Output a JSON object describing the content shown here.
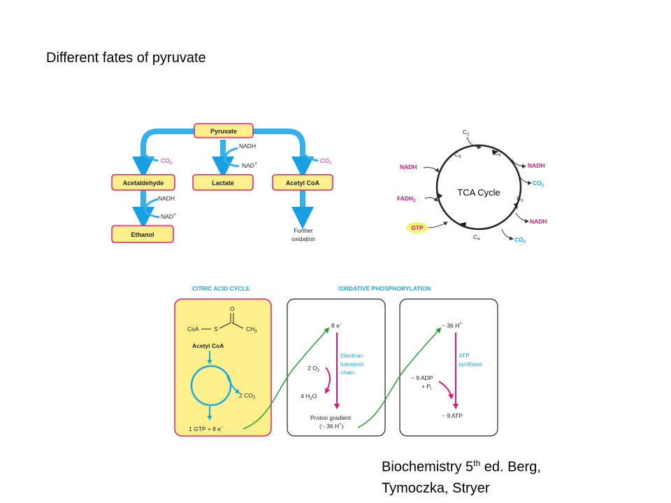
{
  "title": "Different fates of pyruvate",
  "caption": {
    "line1_pre": "Biochemistry 5",
    "line1_sup": "th",
    "line1_post": " ed. Berg,",
    "line2": "Tymoczka, Stryer"
  },
  "fates": {
    "pyruvate": "Pyruvate",
    "acetaldehyde": "Acetaldehyde",
    "lactate": "Lactate",
    "acetyl_coa": "Acetyl CoA",
    "ethanol": "Ethanol",
    "co2_left": "CO",
    "co2_right": "CO",
    "nadh_mid": "NADH",
    "nad_mid": "NAD",
    "nadh_left": "NADH",
    "nad_left": "NAD",
    "further": "Further",
    "oxidation": "oxidation"
  },
  "tca": {
    "label": "TCA Cycle",
    "c2": "C",
    "c2_sub": "2",
    "c6": "C",
    "c6_sub": "6",
    "c4_top": "C",
    "c4_top_sub": "4",
    "c5": "C",
    "c5_sub": "5",
    "c4_bot": "C",
    "c4_bot_sub": "4",
    "nadh_left": "NADH",
    "fadh2": "FADH",
    "gtp": "GTP",
    "nadh_r1": "NADH",
    "co2_r1": "CO",
    "nadh_r2": "NADH",
    "co2_r2": "CO",
    "colors": {
      "magenta": "#e0157a",
      "cyan": "#1ba7e0",
      "gtp_bg": "#f2f57a"
    }
  },
  "bottom": {
    "heading_left": "CITRIC ACID CYCLE",
    "heading_right": "OXIDATIVE PHOSPHORYLATION",
    "o_atom": "O",
    "coa": "CoA",
    "s_atom": "S",
    "ch3": "CH",
    "acetyl_coa": "Acetyl CoA",
    "two_co2": "2 CO",
    "gtp_line": "1 GTP + 8 e",
    "eight_e": "8 e",
    "two_o2": "2 O",
    "four_h2o": "4 H",
    "etc_1": "Electron-",
    "etc_2": "transport",
    "etc_3": "chain",
    "proton_1": "Proton gradient",
    "proton_2": "(~ 36 H",
    "h36": "~ 36 H",
    "atp_s1": "ATP",
    "atp_s2": "synthase",
    "adp": "~ 9 ADP",
    "pi": "+ P",
    "atp9": "~ 9 ATP"
  }
}
